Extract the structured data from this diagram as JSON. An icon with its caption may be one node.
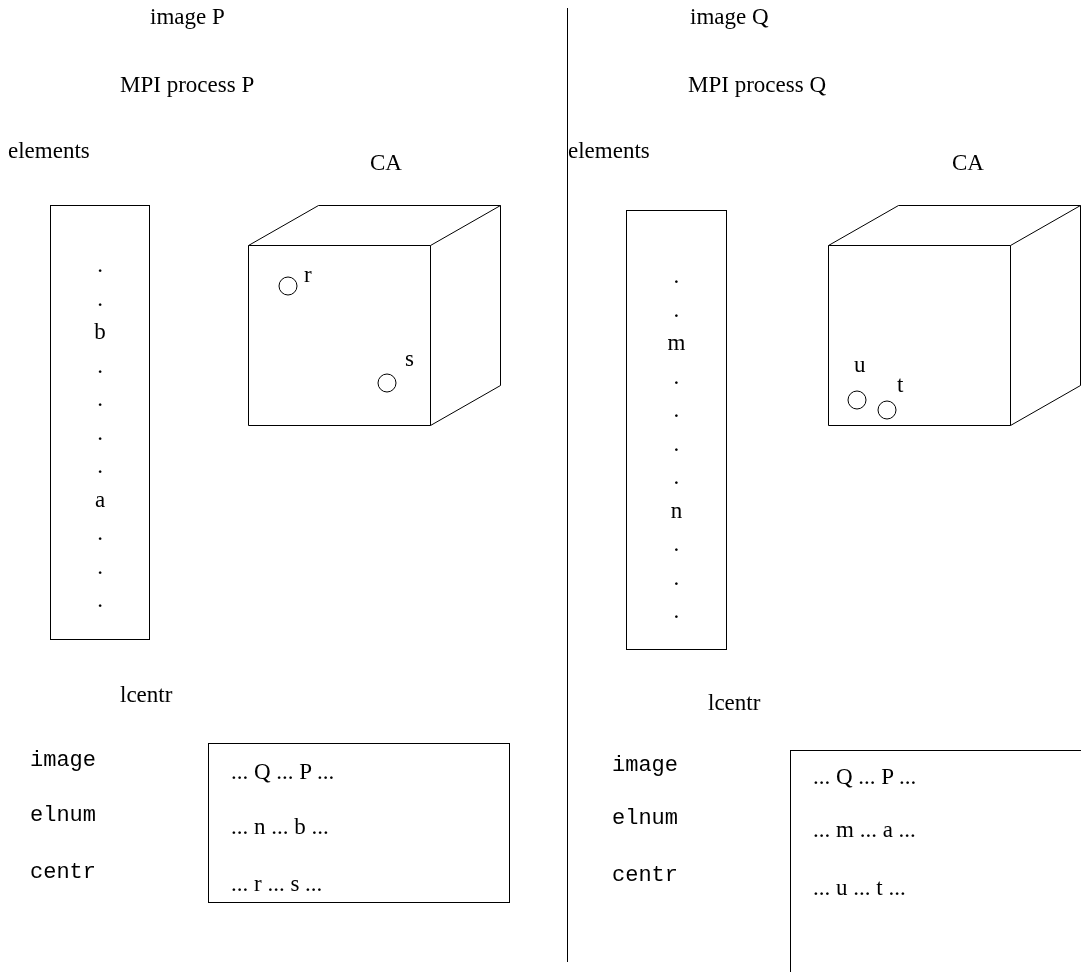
{
  "diagram": {
    "nodes": [
      {
        "text": [
          "elements",
          ". . b . . . . a . . ."
        ]
      },
      {
        "text": [
          "CA"
        ]
      },
      {
        "text": [],
        "shape": "circle",
        "beside": [
          "r"
        ],
        "in": 1
      },
      {
        "text": [],
        "shape": "circle",
        "beside": [
          "s"
        ],
        "in": 1
      },
      {
        "text": [
          "lcentr",
          "... Q ... P ...",
          "... n ... b ...",
          "... r ... s ..."
        ]
      },
      {
        "text": [
          "elements",
          ". . m . . . . n . . ."
        ]
      },
      {
        "text": [
          "CA"
        ]
      },
      {
        "text": [],
        "shape": "circle",
        "beside": [
          "u"
        ],
        "in": 6
      },
      {
        "text": [],
        "shape": "circle",
        "beside": [
          "t"
        ],
        "in": 6
      },
      {
        "text": [
          "lcentr",
          "... Q ... P ...",
          "... m ... a ...",
          "... u ... t ..."
        ]
      }
    ],
    "labels": [
      "image P",
      "MPI process P",
      "image",
      "elnum",
      "centr",
      "image Q",
      "MPI process Q",
      "image",
      "elnum",
      "centr"
    ]
  }
}
